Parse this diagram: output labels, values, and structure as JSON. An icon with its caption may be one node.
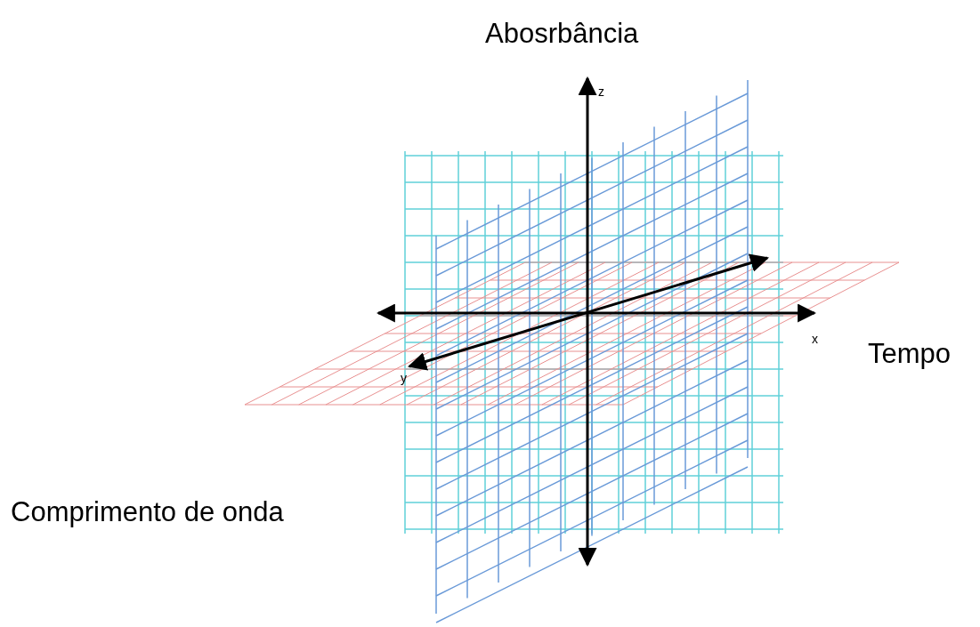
{
  "diagram": {
    "labels": [
      "Abosrbância",
      "z",
      "x",
      "Tempo",
      "y",
      "Comprimento de onda"
    ]
  }
}
